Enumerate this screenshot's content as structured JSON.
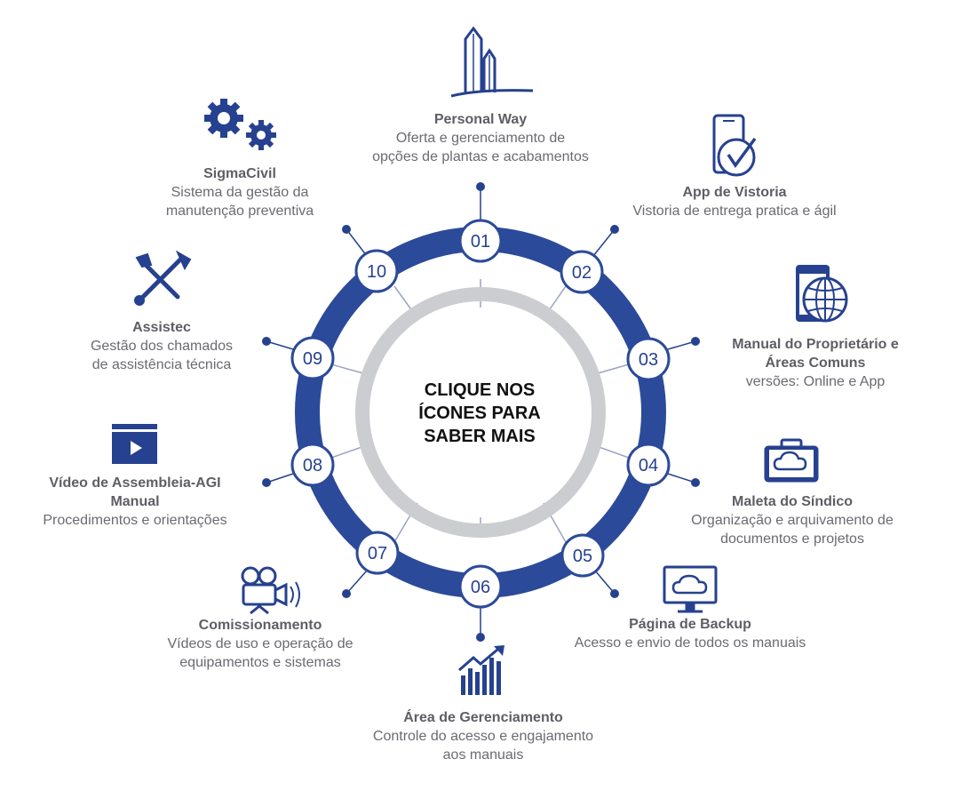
{
  "center": {
    "lines": [
      "CLIQUE NOS",
      "ÍCONES PARA",
      "SABER MAIS"
    ]
  },
  "colors": {
    "ring": "#2c4a9a",
    "inner_ring": "#cccdd1",
    "icon": "#26418f",
    "title": "#5e5e66",
    "text": "#6a6a72"
  },
  "items": [
    {
      "num": "01",
      "title": "Personal Way",
      "desc": [
        "Oferta e gerenciamento de",
        "opções de plantas e acabamentos"
      ],
      "icon": "buildings-icon"
    },
    {
      "num": "02",
      "title": "App de Vistoria",
      "desc": [
        "Vistoria de entrega pratica e ágil"
      ],
      "icon": "smartphone-check-icon"
    },
    {
      "num": "03",
      "title": "Manual do Proprietário e",
      "title2": "Áreas Comuns",
      "desc": [
        "versões: Online e App"
      ],
      "icon": "phone-globe-icon"
    },
    {
      "num": "04",
      "title": "Maleta do Síndico",
      "desc": [
        "Organização e arquivamento de",
        "documentos e projetos"
      ],
      "icon": "briefcase-cloud-icon"
    },
    {
      "num": "05",
      "title": "Página de Backup",
      "desc": [
        "Acesso e envio de todos os manuais"
      ],
      "icon": "monitor-cloud-icon"
    },
    {
      "num": "06",
      "title": "Área de Gerenciamento",
      "desc": [
        "Controle do acesso e engajamento",
        "aos manuais"
      ],
      "icon": "growth-chart-icon"
    },
    {
      "num": "07",
      "title": "Comissionamento",
      "desc": [
        "Vídeos de uso e operação de",
        "equipamentos e sistemas"
      ],
      "icon": "video-camera-icon"
    },
    {
      "num": "08",
      "title": "Vídeo de Assembleia-AGI",
      "title2": "Manual",
      "desc": [
        "Procedimentos e orientações"
      ],
      "icon": "video-player-icon"
    },
    {
      "num": "09",
      "title": "Assistec",
      "desc": [
        "Gestão dos chamados",
        "de assistência técnica"
      ],
      "icon": "tools-icon"
    },
    {
      "num": "10",
      "title": "SigmaCivil",
      "desc": [
        "Sistema da gestão da",
        "manutenção preventiva"
      ],
      "icon": "gears-icon"
    }
  ]
}
